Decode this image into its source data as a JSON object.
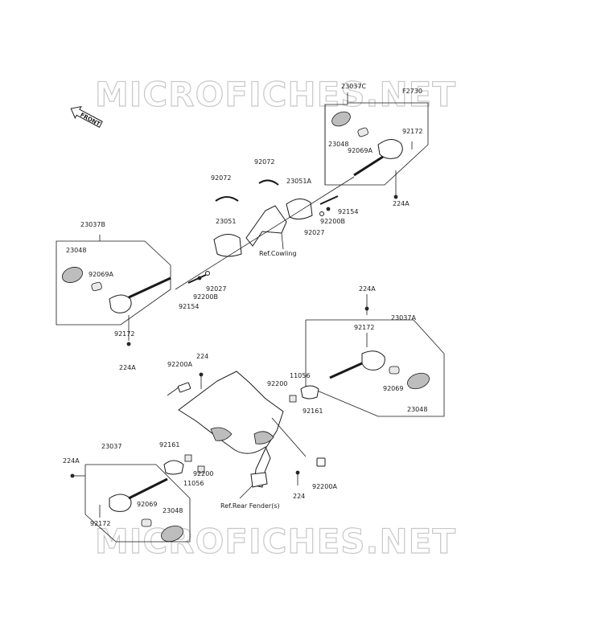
{
  "watermark_top": "MICROFICHES.NET",
  "watermark_bottom": "MICROFICHES.NET",
  "front_label": "FRONT",
  "ref_code": "F2730",
  "ref_cowling": "Ref.Cowling",
  "ref_rear_fender": "Ref.Rear Fender(s)",
  "labels": {
    "l23037C": "23037C",
    "l92172_c": "92172",
    "l23048_c": "23048",
    "l92069A_c": "92069A",
    "l224A_c": "224A",
    "l92072_a": "92072",
    "l92072_b": "92072",
    "l23051A": "23051A",
    "l23051": "23051",
    "l92154_r": "92154",
    "l92200B_r": "92200B",
    "l92027_r": "92027",
    "l23037B": "23037B",
    "l23048_b": "23048",
    "l92069A_b": "92069A",
    "l92027_l": "92027",
    "l92200B_l": "92200B",
    "l92154_l": "92154",
    "l92172_b": "92172",
    "l224A_b": "224A",
    "l224A_a": "224A",
    "l23037A": "23037A",
    "l92172_a": "92172",
    "l92069_a": "92069",
    "l23048_a": "23048",
    "l11056_r": "11056",
    "l92200_r": "92200",
    "l92161_r": "92161",
    "l92200A_top": "92200A",
    "l224_top": "224",
    "l23037": "23037",
    "l224A_l": "224A",
    "l92161_l": "92161",
    "l92200_l": "92200",
    "l11056_l": "11056",
    "l92069_l": "92069",
    "l23048_l": "23048",
    "l92172_l": "92172",
    "l224_bot": "224",
    "l92200A_bot": "92200A"
  }
}
